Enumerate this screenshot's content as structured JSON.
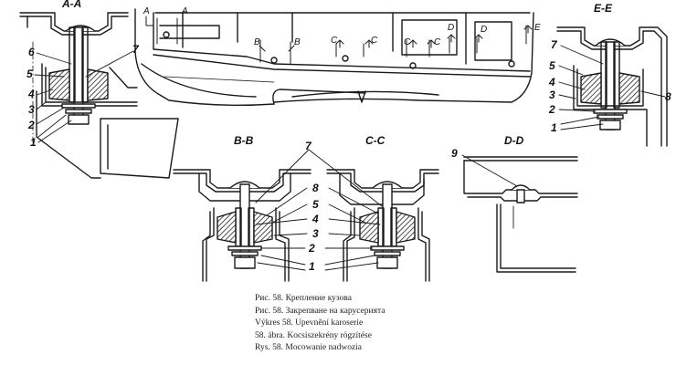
{
  "sections": {
    "aa": "A-A",
    "bb": "B-B",
    "cc": "C-C",
    "dd": "D-D",
    "ee": "E-E"
  },
  "callouts": [
    "1",
    "2",
    "3",
    "4",
    "5",
    "6",
    "7",
    "8",
    "9"
  ],
  "cut_arrows": {
    "a": "A",
    "b": "B",
    "c": "C",
    "d": "D",
    "e": "E"
  },
  "caption": [
    "Рис. 58. Крепление кузова",
    "Рис. 58. Закрепване на карусерията",
    "Výkres 58. Upevnění karoserie",
    "58. ábra. Kocsiszekrény rögzítése",
    "Rys. 58. Mocowanie nadwozia"
  ]
}
